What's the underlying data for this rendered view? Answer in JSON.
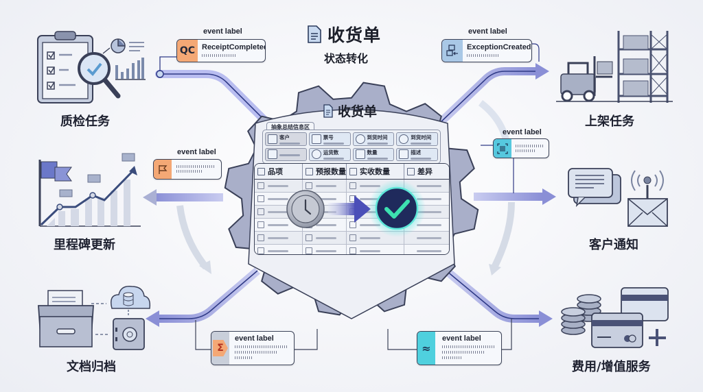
{
  "header": {
    "title": "收货单",
    "subtitle": "状态转化",
    "doc_icon": "document-icon"
  },
  "center": {
    "title": "收货单",
    "info_section_label": "抽象总结信息区",
    "info_fields": [
      {
        "label": "客户",
        "icon": "user-icon"
      },
      {
        "label": "票号",
        "icon": "barcode-icon"
      },
      {
        "label": "到货时间",
        "icon": "clock-icon"
      },
      {
        "label": "到货时间",
        "icon": "clock-icon"
      },
      {
        "label": "",
        "icon": "document-icon"
      },
      {
        "label": "运货数",
        "icon": "check-circle-icon"
      },
      {
        "label": "数量",
        "icon": "list-icon"
      },
      {
        "label": "描述",
        "icon": "layers-icon"
      }
    ],
    "table_headers": [
      "品项",
      "预报数量",
      "实收数量",
      "差异"
    ],
    "transition": {
      "from": "pending-clock-icon",
      "to": "completed-check-icon"
    }
  },
  "events": [
    {
      "title": "event label",
      "name": "ReceiptCompleted",
      "icon_text": "QC",
      "icon": "qc-badge-icon",
      "color": "#f4a875"
    },
    {
      "title": "event label",
      "name": "ExceptionCreated",
      "icon_text": "",
      "icon": "box-return-icon",
      "color": "#a9c8e6"
    },
    {
      "title": "event label",
      "name": "",
      "icon_text": "",
      "icon": "flag-icon",
      "color": "#f4a875"
    },
    {
      "title": "event label",
      "name": "",
      "icon_text": "",
      "icon": "barcode-scan-icon",
      "color": "#56c8de"
    },
    {
      "title": "event label",
      "name": "",
      "icon_text": "Σ",
      "icon": "sigma-icon",
      "color": "#f4a875"
    },
    {
      "title": "event label",
      "name": "",
      "icon_text": "≈",
      "icon": "wave-icon",
      "color": "#4fd0de"
    }
  ],
  "nodes": [
    {
      "label": "质检任务",
      "icon": "qc-clipboard-magnifier-icon"
    },
    {
      "label": "上架任务",
      "icon": "forklift-rack-icon"
    },
    {
      "label": "里程碑更新",
      "icon": "milestone-chart-icon"
    },
    {
      "label": "客户通知",
      "icon": "chat-mail-icon"
    },
    {
      "label": "文档归档",
      "icon": "archive-cloud-safe-icon"
    },
    {
      "label": "费用/增值服务",
      "icon": "coins-cards-icon"
    }
  ],
  "colors": {
    "arrow": "#7f86cf",
    "arrow_dark": "#2f3a86",
    "gear": "#a9afc9",
    "gear_dark": "#3a4058",
    "accent_orange": "#f4a875",
    "accent_teal": "#4fd0de",
    "check_bg": "#1f2a5c",
    "check_mark": "#3de0b0"
  }
}
